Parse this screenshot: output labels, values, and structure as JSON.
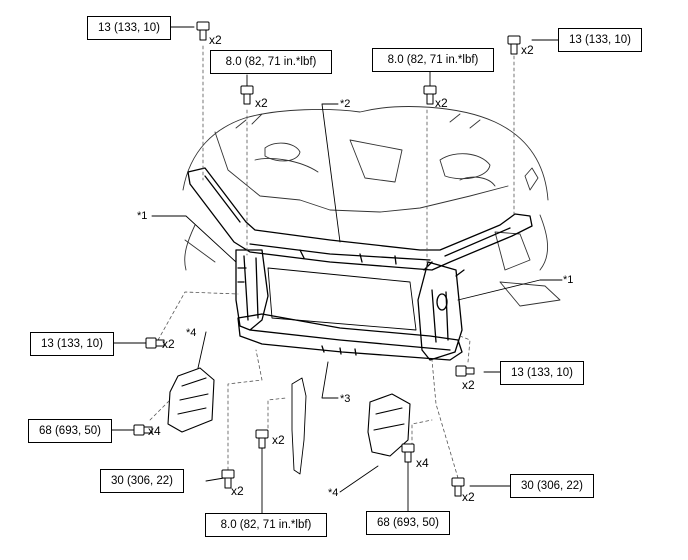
{
  "torque_callouts": {
    "c1": "13 (133, 10)",
    "c2": "8.0 (82, 71 in.*lbf)",
    "c3": "8.0 (82, 71 in.*lbf)",
    "c4": "13 (133, 10)",
    "c5": "13 (133, 10)",
    "c6": "13 (133, 10)",
    "c7": "68 (693, 50)",
    "c8": "30 (306, 22)",
    "c9": "8.0 (82, 71 in.*lbf)",
    "c10": "68 (693, 50)",
    "c11": "30 (306, 22)"
  },
  "quantities": {
    "q1": "x2",
    "q2": "x2",
    "q3": "x2",
    "q4": "x2",
    "q5": "x2",
    "q6": "x2",
    "q7": "x4",
    "q8": "x2",
    "q9": "x2",
    "q10": "x4",
    "q11": "x2"
  },
  "part_refs": {
    "r1": "*1",
    "r2": "*2",
    "r3": "*1",
    "r4": "*4",
    "r5": "*3",
    "r6": "*4"
  }
}
